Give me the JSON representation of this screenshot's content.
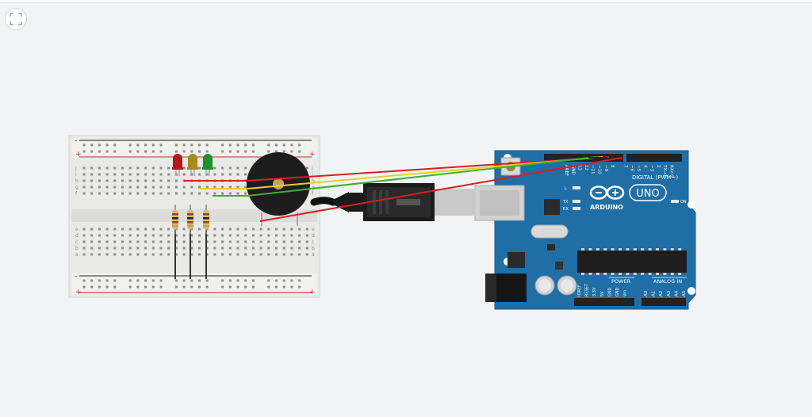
{
  "toolbar": {
    "fit_icon": "fit-to-view-icon"
  },
  "arduino": {
    "model": "UNO",
    "brand": "ARDUINO",
    "digital_header": "DIGITAL (PWM~)",
    "power_header": "POWER",
    "analog_header": "ANALOG IN",
    "on_label": "ON",
    "tx_label": "TX",
    "rx_label": "RX",
    "l_label": "L",
    "digital_pins": [
      "AREF",
      "GND",
      "13",
      "12",
      "~11",
      "~10",
      "~9",
      "8",
      "7",
      "~6",
      "~5",
      "4",
      "~3",
      "2",
      "TX→1",
      "RX←0"
    ],
    "power_pins": [
      "IOREF",
      "RESET",
      "3.3V",
      "5V",
      "GND",
      "GND",
      "Vin"
    ],
    "analog_pins": [
      "A0",
      "A1",
      "A2",
      "A3",
      "A4",
      "A5"
    ]
  },
  "breadboard": {
    "row_letters_top": [
      "j",
      "i",
      "h",
      "g",
      "f"
    ],
    "row_letters_bottom": [
      "e",
      "d",
      "c",
      "b",
      "a"
    ],
    "plus_label": "+",
    "minus_label": "-"
  },
  "components": {
    "leds": [
      {
        "name": "red-led",
        "color": "#b3191b"
      },
      {
        "name": "yellow-led",
        "color": "#a88a1a"
      },
      {
        "name": "green-led",
        "color": "#1f8f28"
      }
    ],
    "wire_colors": {
      "red": "#d62020",
      "yellow": "#e8d020",
      "green": "#3cb030",
      "black": "#222222"
    }
  }
}
